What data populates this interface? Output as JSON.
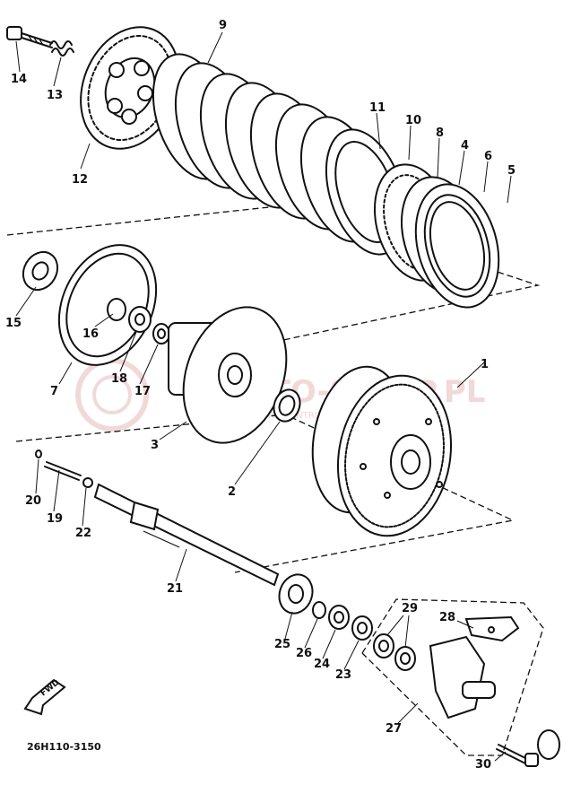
{
  "diagram": {
    "callouts": [
      {
        "id": "c1",
        "text": "1"
      },
      {
        "id": "c2",
        "text": "2"
      },
      {
        "id": "c3",
        "text": "3"
      },
      {
        "id": "c4",
        "text": "4"
      },
      {
        "id": "c5",
        "text": "5"
      },
      {
        "id": "c6",
        "text": "6"
      },
      {
        "id": "c7",
        "text": "7"
      },
      {
        "id": "c8",
        "text": "8"
      },
      {
        "id": "c9",
        "text": "9"
      },
      {
        "id": "c10",
        "text": "10"
      },
      {
        "id": "c11",
        "text": "11"
      },
      {
        "id": "c12",
        "text": "12"
      },
      {
        "id": "c13",
        "text": "13"
      },
      {
        "id": "c14",
        "text": "14"
      },
      {
        "id": "c15",
        "text": "15"
      },
      {
        "id": "c16",
        "text": "16"
      },
      {
        "id": "c17",
        "text": "17"
      },
      {
        "id": "c18",
        "text": "18"
      },
      {
        "id": "c19",
        "text": "19"
      },
      {
        "id": "c20",
        "text": "20"
      },
      {
        "id": "c21",
        "text": "21"
      },
      {
        "id": "c22",
        "text": "22"
      },
      {
        "id": "c23",
        "text": "23"
      },
      {
        "id": "c24",
        "text": "24"
      },
      {
        "id": "c25",
        "text": "25"
      },
      {
        "id": "c26",
        "text": "26"
      },
      {
        "id": "c27",
        "text": "27"
      },
      {
        "id": "c28",
        "text": "28"
      },
      {
        "id": "c29",
        "text": "29"
      },
      {
        "id": "c30",
        "text": "30"
      }
    ],
    "fwd_label": "FWD",
    "drawing_code": "26H110-3150",
    "watermark": {
      "main": "MOTO-SKLEP.PL",
      "sub": "INTERNETOWE CENTRUM GALERY YAMAHA"
    },
    "colors": {
      "ink": "#111111",
      "watermark": "#e8b9b9",
      "background": "#ffffff"
    }
  }
}
